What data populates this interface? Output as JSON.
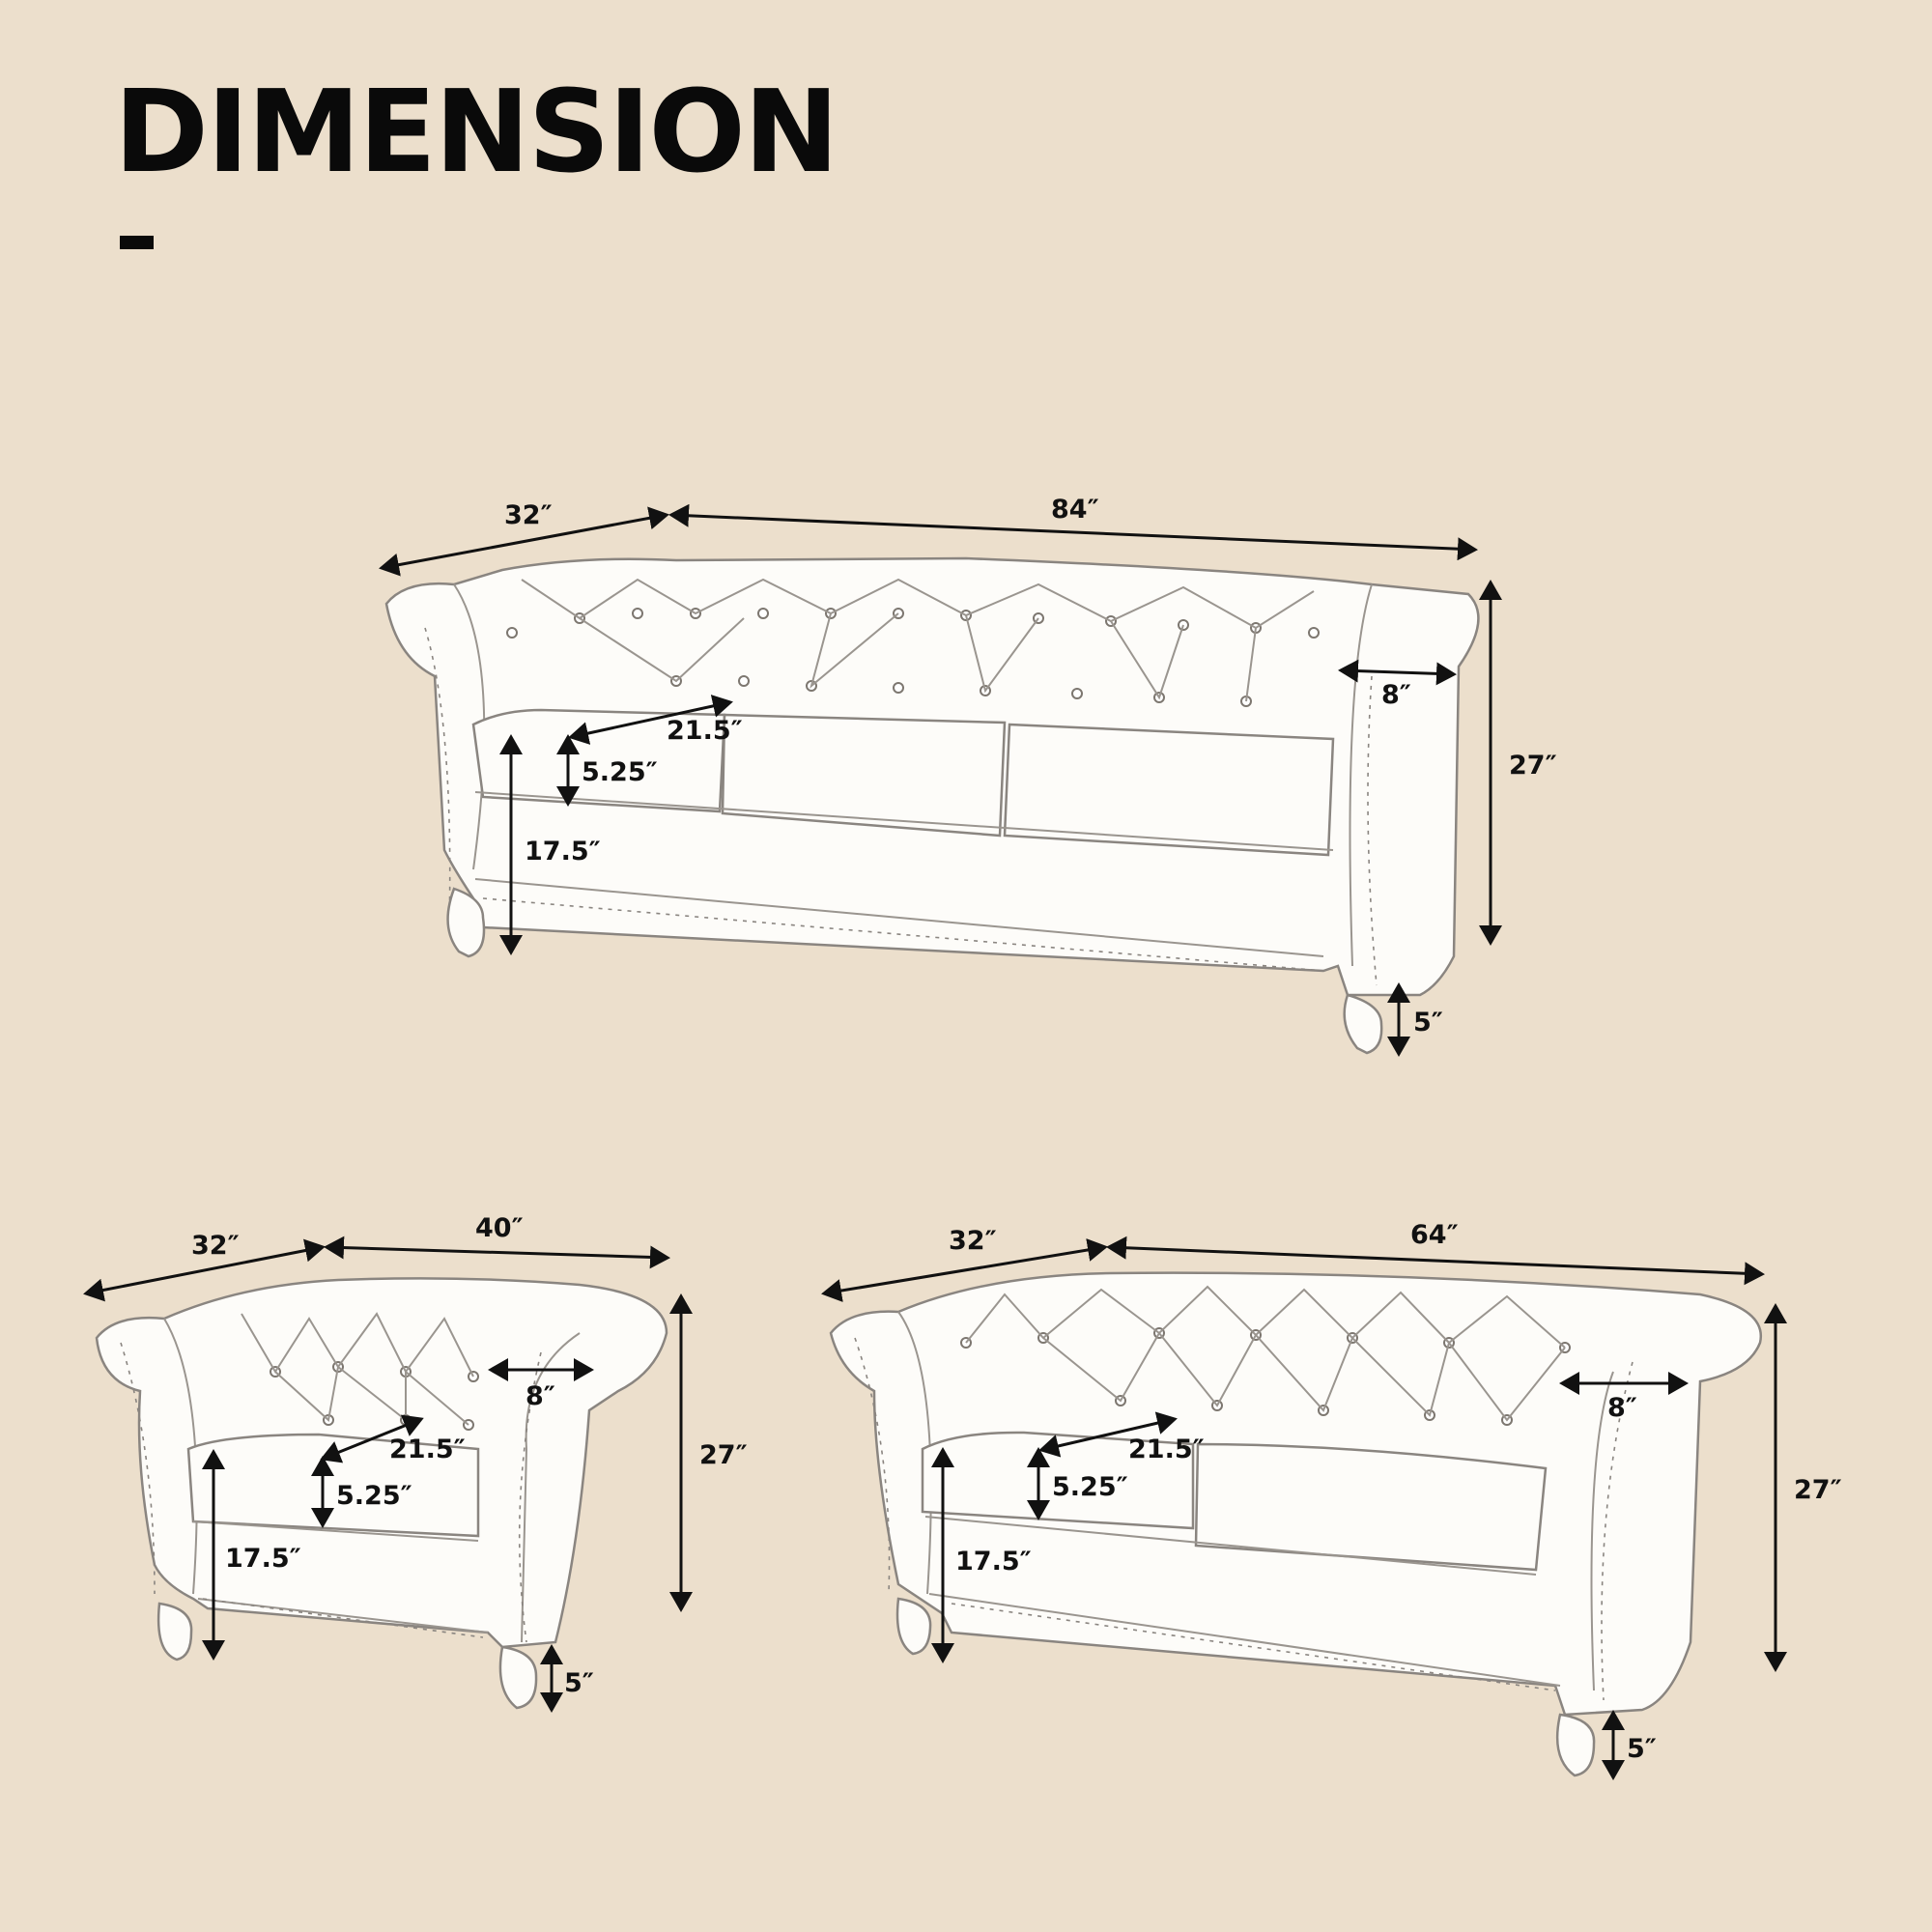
{
  "title": "DIMENSION",
  "colors": {
    "background": "#ecdfcc",
    "text": "#0a0a0a",
    "outline": "#8a8580"
  },
  "sofa": {
    "depth": "32″",
    "width": "84″",
    "height": "27″",
    "arm_width": "8″",
    "seat_depth": "21.5″",
    "cushion_thickness": "5.25″",
    "seat_height": "17.5″",
    "leg_height": "5″"
  },
  "armchair": {
    "depth": "32″",
    "width": "40″",
    "height": "27″",
    "arm_width": "8″",
    "seat_depth": "21.5″",
    "cushion_thickness": "5.25″",
    "seat_height": "17.5″",
    "leg_height": "5″"
  },
  "loveseat": {
    "depth": "32″",
    "width": "64″",
    "height": "27″",
    "arm_width": "8″",
    "seat_depth": "21.5″",
    "cushion_thickness": "5.25″",
    "seat_height": "17.5″",
    "leg_height": "5″"
  }
}
